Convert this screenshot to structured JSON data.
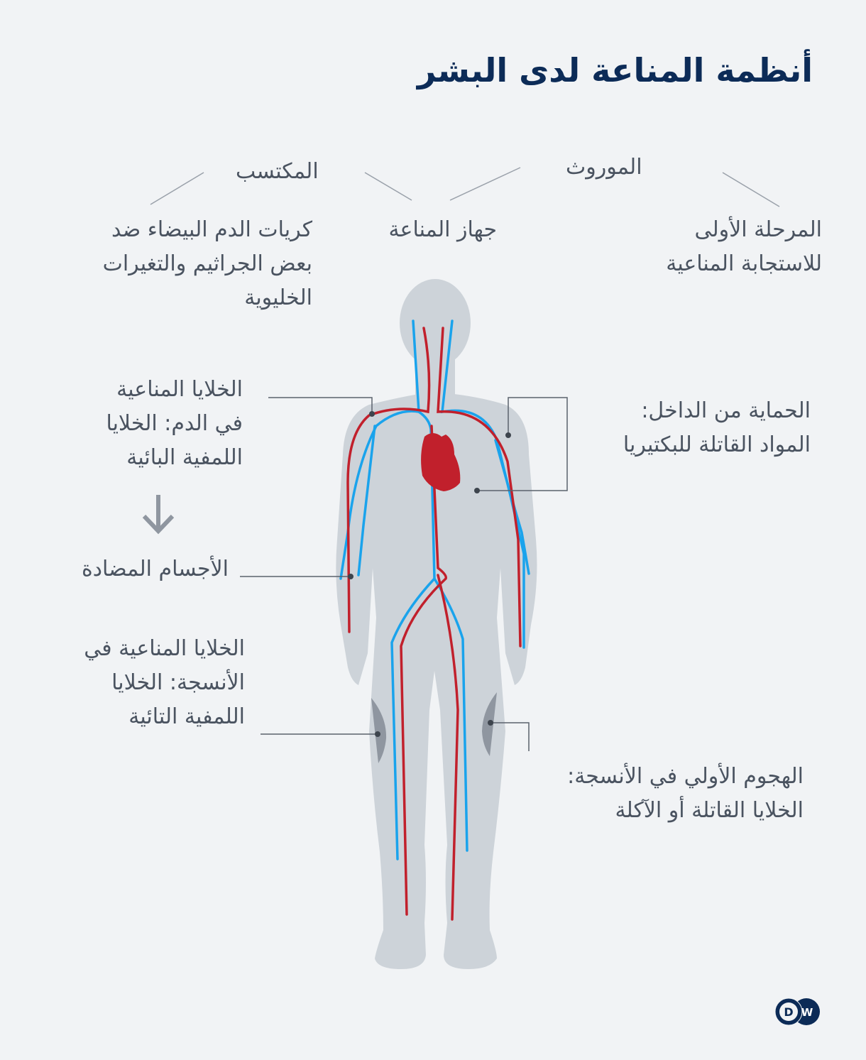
{
  "title": "أنظمة المناعة لدى البشر",
  "categories": {
    "inherited": "الموروث",
    "acquired": "المكتسب"
  },
  "top_labels": {
    "first_phase": [
      "المرحلة الأولى",
      "للاستجابة المناعية"
    ],
    "immune_system": "جهاز المناعة",
    "white_blood_cells": [
      "كريات الدم البيضاء ضد",
      "بعض الجراثيم والتغيرات",
      "الخليوية"
    ]
  },
  "annotations": {
    "blood_immune_cells": [
      "الخلايا المناعية",
      "في الدم: الخلايا",
      "اللمفية البائية"
    ],
    "antibodies": "الأجسام المضادة",
    "tissue_immune_cells": [
      "الخلايا المناعية في",
      "الأنسجة: الخلايا",
      "اللمفية التائية"
    ],
    "inner_protection": [
      "الحماية من الداخل:",
      "المواد القاتلة للبكتيريا"
    ],
    "first_attack": [
      "الهجوم الأولي في الأنسجة:",
      "الخلايا القاتلة أو الآكلة"
    ]
  },
  "icons": {
    "arrow": "arrow-down-icon",
    "logo": "dw-logo"
  },
  "logo": {
    "left": "D",
    "right": "W"
  },
  "colors": {
    "background": "#f1f3f5",
    "title": "#0c2b57",
    "text": "#4a5360",
    "body": "#cdd3d9",
    "artery": "#c1202c",
    "vein": "#1aa3ec",
    "lymph": "#8f96a0",
    "leader": "#5b636d"
  }
}
